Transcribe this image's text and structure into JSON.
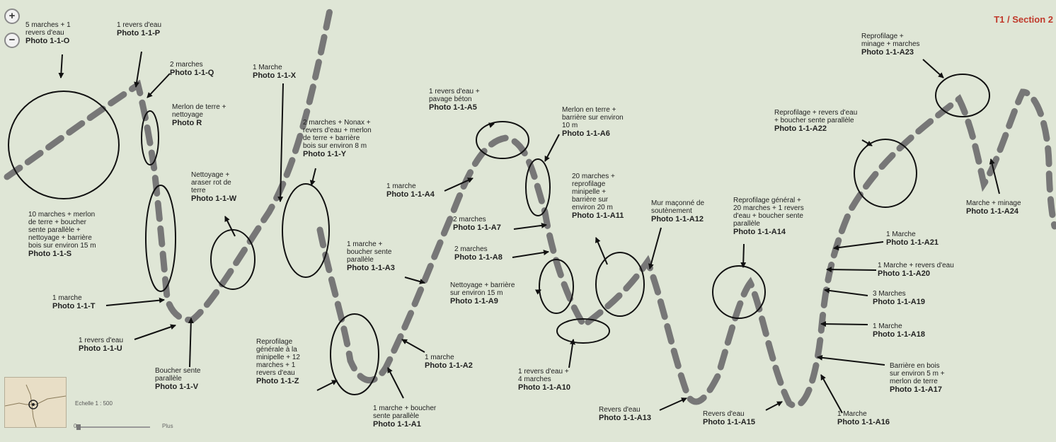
{
  "map": {
    "section_label": "T1 / Section 2",
    "zoom_in_label": "+",
    "zoom_out_label": "−",
    "scale_label": "Echelle 1 : 500",
    "slider_min": "0",
    "slider_max": "Plus",
    "route_color": "#777777"
  },
  "annotations": [
    {
      "id": "O",
      "desc": [
        "5 marches + 1",
        "revers d'eau"
      ],
      "photo": "Photo 1-1-O"
    },
    {
      "id": "P",
      "desc": [
        "1 revers d'eau"
      ],
      "photo": "Photo 1-1-P"
    },
    {
      "id": "Q",
      "desc": [
        "2 marches"
      ],
      "photo": "Photo 1-1-Q"
    },
    {
      "id": "R",
      "desc": [
        "Merlon de terre +",
        "nettoyage"
      ],
      "photo": "Photo R"
    },
    {
      "id": "S",
      "desc": [
        "10 marches + merlon",
        "de terre + boucher",
        "sente parallèle +",
        "nettoyage + barrière",
        "bois sur environ 15 m"
      ],
      "photo": "Photo 1-1-S"
    },
    {
      "id": "T",
      "desc": [
        "1 marche"
      ],
      "photo": "Photo 1-1-T"
    },
    {
      "id": "U",
      "desc": [
        "1 revers d'eau"
      ],
      "photo": "Photo 1-1-U"
    },
    {
      "id": "V",
      "desc": [
        "Boucher sente",
        "parallèle"
      ],
      "photo": "Photo 1-1-V"
    },
    {
      "id": "W",
      "desc": [
        "Nettoyage +",
        "araser rot de",
        "terre"
      ],
      "photo": "Photo 1-1-W"
    },
    {
      "id": "X",
      "desc": [
        "1 Marche"
      ],
      "photo": "Photo 1-1-X"
    },
    {
      "id": "Y",
      "desc": [
        "2 marches + Nonax +",
        "revers d'eau + merlon",
        "de terre + barrière",
        "bois sur environ 8 m"
      ],
      "photo": "Photo 1-1-Y"
    },
    {
      "id": "Z",
      "desc": [
        "Reprofilage",
        "générale à la",
        "minipelle + 12",
        "marches + 1",
        "revers d'eau"
      ],
      "photo": "Photo 1-1-Z"
    },
    {
      "id": "A1",
      "desc": [
        "1 marche + boucher",
        "sente parallèle"
      ],
      "photo": "Photo 1-1-A1"
    },
    {
      "id": "A2",
      "desc": [
        "1 marche"
      ],
      "photo": "Photo 1-1-A2"
    },
    {
      "id": "A3",
      "desc": [
        "1 marche +",
        "boucher sente",
        "parallèle"
      ],
      "photo": "Photo 1-1-A3"
    },
    {
      "id": "A4",
      "desc": [
        "1 marche"
      ],
      "photo": "Photo 1-1-A4"
    },
    {
      "id": "A5",
      "desc": [
        "1 revers d'eau +",
        "pavage béton"
      ],
      "photo": "Photo 1-1-A5"
    },
    {
      "id": "A6",
      "desc": [
        "Merlon en terre +",
        "barrière sur environ",
        "10 m"
      ],
      "photo": "Photo 1-1-A6"
    },
    {
      "id": "A7",
      "desc": [
        "2 marches"
      ],
      "photo": "Photo 1-1-A7"
    },
    {
      "id": "A8",
      "desc": [
        "2 marches"
      ],
      "photo": "Photo 1-1-A8"
    },
    {
      "id": "A9",
      "desc": [
        "Nettoyage + barrière",
        "sur environ 15 m"
      ],
      "photo": "Photo 1-1-A9"
    },
    {
      "id": "A10",
      "desc": [
        "1 revers d'eau +",
        "4 marches"
      ],
      "photo": "Photo 1-1-A10"
    },
    {
      "id": "A11",
      "desc": [
        "20 marches +",
        "reprofilage",
        "minipelle +",
        "barrière sur",
        "environ 20 m"
      ],
      "photo": "Photo 1-1-A11"
    },
    {
      "id": "A12",
      "desc": [
        "Mur maçonné de",
        "soutènement"
      ],
      "photo": "Photo 1-1-A12"
    },
    {
      "id": "A13",
      "desc": [
        "Revers d'eau"
      ],
      "photo": "Photo 1-1-A13"
    },
    {
      "id": "A14",
      "desc": [
        "Reprofilage général +",
        "20 marches + 1 revers",
        "d'eau + boucher sente",
        "parallèle"
      ],
      "photo": "Photo 1-1-A14"
    },
    {
      "id": "A15",
      "desc": [
        "Revers d'eau"
      ],
      "photo": "Photo 1-1-A15"
    },
    {
      "id": "A16",
      "desc": [
        "1 Marche"
      ],
      "photo": "Photo 1-1-A16"
    },
    {
      "id": "A17",
      "desc": [
        "Barrière en bois",
        "sur environ 5 m +",
        "merlon de terre"
      ],
      "photo": "Photo 1-1-A17"
    },
    {
      "id": "A18",
      "desc": [
        "1 Marche"
      ],
      "photo": "Photo 1-1-A18"
    },
    {
      "id": "A19",
      "desc": [
        "3 Marches"
      ],
      "photo": "Photo 1-1-A19"
    },
    {
      "id": "A20",
      "desc": [
        "1 Marche + revers d'eau"
      ],
      "photo": "Photo 1-1-A20"
    },
    {
      "id": "A21",
      "desc": [
        "1 Marche"
      ],
      "photo": "Photo 1-1-A21"
    },
    {
      "id": "A22",
      "desc": [
        "Reprofilage + revers d'eau",
        "+ boucher sente parallèle"
      ],
      "photo": "Photo 1-1-A22"
    },
    {
      "id": "A23",
      "desc": [
        "Reprofilage +",
        "minage + marches"
      ],
      "photo": "Photo 1-1-A23"
    },
    {
      "id": "A24",
      "desc": [
        "Marche + minage"
      ],
      "photo": "Photo 1-1-A24"
    }
  ]
}
